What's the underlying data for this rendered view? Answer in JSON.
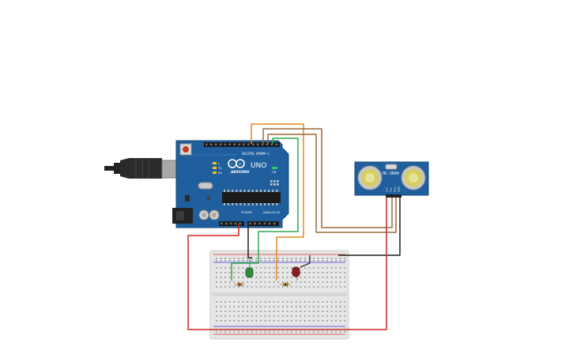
{
  "arduino": {
    "brand": "ARDUINO",
    "model": "UNO",
    "digital_label": "DIGITAL (PWM~)",
    "power_label": "POWER",
    "analog_label": "ANALOG IN",
    "tx_label": "TX",
    "rx_label": "RX",
    "l_label": "L",
    "on_label": "ON"
  },
  "sensor": {
    "model": "HC-SR04",
    "pins": [
      "VCC",
      "Trig",
      "Echo",
      "GND"
    ]
  },
  "colors": {
    "board_blue": "#1f5f9e",
    "board_edge": "#16487a",
    "wire_orange": "#e08a1e",
    "wire_brown": "#9b6a3a",
    "wire_green": "#2fa84f",
    "wire_black": "#1f1f1f",
    "wire_red": "#c8281e",
    "led_green": "#2e8b3d",
    "led_red": "#8b1f1f",
    "breadboard": "#e6e6e6"
  }
}
